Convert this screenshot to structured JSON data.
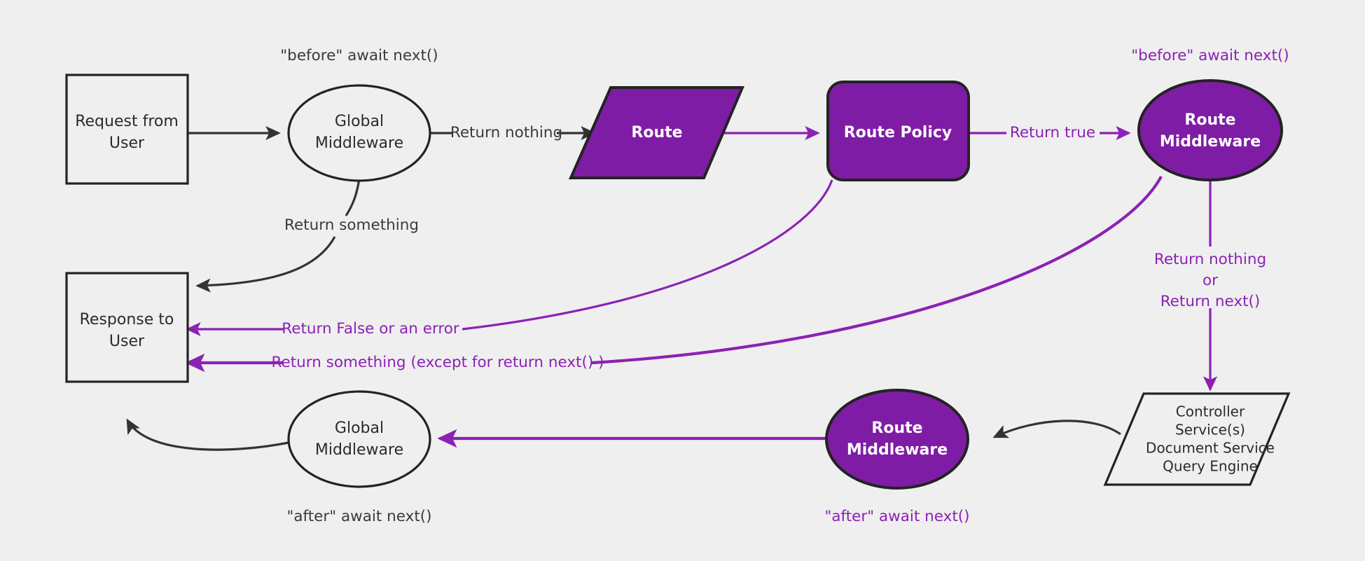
{
  "diagram": {
    "title": "Request lifecycle middleware flow",
    "background_color": "#efefef",
    "accent_purple": "#8C21B5",
    "node_purple_fill": "#7F1CA5",
    "stroke_dark": "#333333"
  },
  "nodes": {
    "request_from_user": {
      "line1": "Request from",
      "line2": "User",
      "shape": "rectangle"
    },
    "global_middleware_top": {
      "line1": "Global",
      "line2": "Middleware",
      "shape": "ellipse"
    },
    "route": {
      "label": "Route",
      "shape": "parallelogram"
    },
    "route_policy": {
      "label": "Route Policy",
      "shape": "rounded-rectangle"
    },
    "route_middleware_top": {
      "line1": "Route",
      "line2": "Middleware",
      "shape": "ellipse"
    },
    "controller": {
      "line1": "Controller",
      "line2": "Service(s)",
      "line3": "Document Service",
      "line4": "Query Engine",
      "shape": "parallelogram"
    },
    "route_middleware_bottom": {
      "line1": "Route",
      "line2": "Middleware",
      "shape": "ellipse"
    },
    "global_middleware_bottom": {
      "line1": "Global",
      "line2": "Middleware",
      "shape": "ellipse"
    },
    "response_to_user": {
      "line1": "Response to",
      "line2": "User",
      "shape": "rectangle"
    }
  },
  "annotations": {
    "before_await_next_global": "\"before\" await next()",
    "before_await_next_route": "\"before\" await next()",
    "after_await_next_global": "\"after\" await next()",
    "after_await_next_route": "\"after\" await next()"
  },
  "edges": {
    "return_nothing": "Return nothing",
    "return_true": "Return true",
    "return_something_top": "Return something",
    "return_false_or_error": "Return False or an error",
    "return_something_except": "Return something (except for return next() )",
    "return_nothing_or_next_line1": "Return nothing",
    "return_nothing_or_next_line2": "or",
    "return_nothing_or_next_line3": "Return next()"
  }
}
